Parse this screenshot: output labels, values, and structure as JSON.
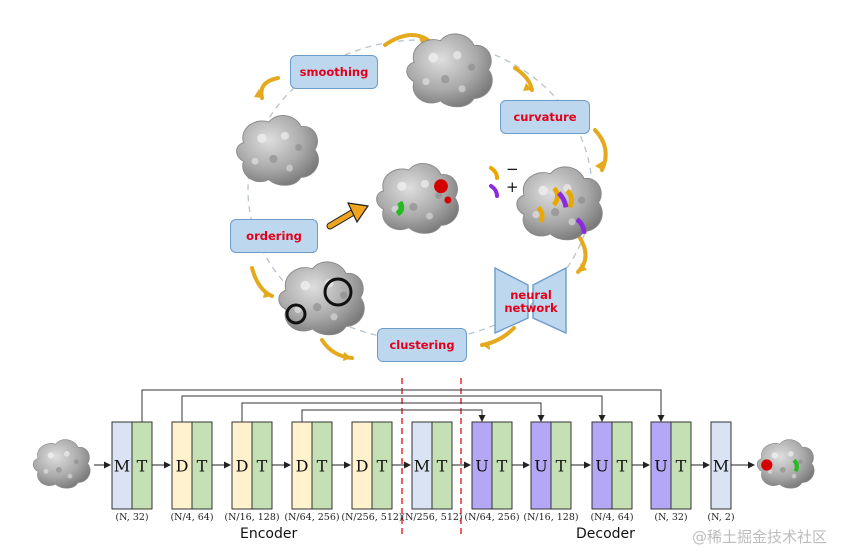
{
  "pipeline": {
    "steps": [
      {
        "id": "smoothing",
        "label": "smoothing"
      },
      {
        "id": "curvature",
        "label": "curvature"
      },
      {
        "id": "ordering",
        "label": "ordering"
      },
      {
        "id": "clustering",
        "label": "clustering"
      }
    ],
    "neural_network_label": [
      "neural",
      "network"
    ],
    "legend": {
      "minus": "−",
      "plus": "+"
    },
    "colors": {
      "arrow": "#e5a91e",
      "box_fill": "#bdd7ee",
      "box_border": "#6d9cc9",
      "label_text": "#e2001a",
      "negative": "#e8a800",
      "positive": "#8a2be2"
    }
  },
  "architecture": {
    "blocks": [
      {
        "left": "M",
        "right": "T",
        "left_type": "M",
        "dims": "(N, 32)"
      },
      {
        "left": "D",
        "right": "T",
        "left_type": "D",
        "dims": "(N/4, 64)"
      },
      {
        "left": "D",
        "right": "T",
        "left_type": "D",
        "dims": "(N/16, 128)"
      },
      {
        "left": "D",
        "right": "T",
        "left_type": "D",
        "dims": "(N/64, 256)"
      },
      {
        "left": "D",
        "right": "T",
        "left_type": "D",
        "dims": "(N/256, 512)"
      },
      {
        "left": "M",
        "right": "T",
        "left_type": "M",
        "dims": "(N/256, 512)"
      },
      {
        "left": "U",
        "right": "T",
        "left_type": "U",
        "dims": "(N/64, 256)"
      },
      {
        "left": "U",
        "right": "T",
        "left_type": "U",
        "dims": "(N/16, 128)"
      },
      {
        "left": "U",
        "right": "T",
        "left_type": "U",
        "dims": "(N/4, 64)"
      },
      {
        "left": "U",
        "right": "T",
        "left_type": "U",
        "dims": "(N, 32)"
      },
      {
        "left": "M",
        "right": "",
        "left_type": "M",
        "dims": "(N, 2)"
      }
    ],
    "encoder_label": "Encoder",
    "decoder_label": "Decoder",
    "colors": {
      "M": "#dae3f3",
      "D": "#fff2cc",
      "U": "#b4a7f5",
      "T": "#c5e0b4",
      "divider": "#e02020"
    }
  },
  "watermark": "@稀土掘金技术社区"
}
